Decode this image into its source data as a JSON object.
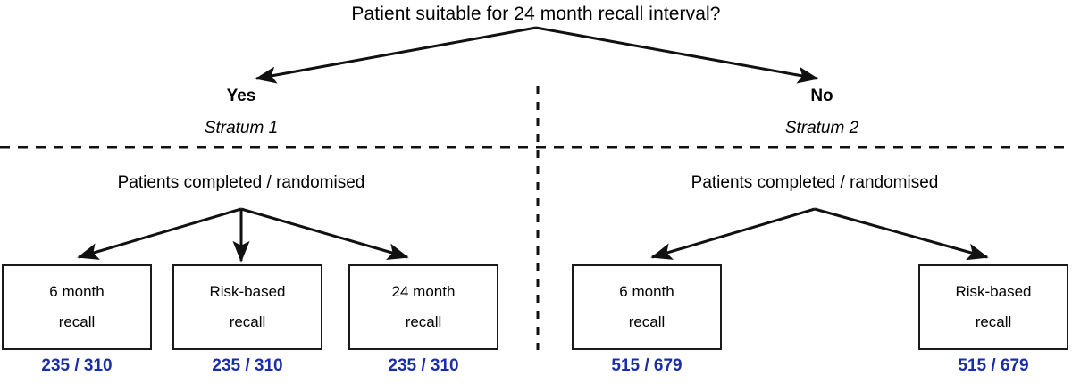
{
  "diagram": {
    "title": "Patient suitable for 24 month recall interval?",
    "accent_color": "#1a2da8",
    "line_color": "#111111",
    "branches": [
      {
        "answer": "Yes",
        "stratum": "Stratum 1"
      },
      {
        "answer": "No",
        "stratum": "Stratum 2"
      }
    ],
    "section_headers": {
      "left": "Patients completed / randomised",
      "right": "Patients completed / randomised"
    },
    "arms": {
      "stratum1": [
        {
          "line1": "6 month",
          "line2": "recall",
          "count": "235 / 310"
        },
        {
          "line1": "Risk-based",
          "line2": "recall",
          "count": "235 / 310"
        },
        {
          "line1": "24 month",
          "line2": "recall",
          "count": "235 / 310"
        }
      ],
      "stratum2": [
        {
          "line1": "6 month",
          "line2": "recall",
          "count": "515 / 679"
        },
        {
          "line1": "Risk-based",
          "line2": "recall",
          "count": "515 / 679"
        }
      ]
    }
  }
}
